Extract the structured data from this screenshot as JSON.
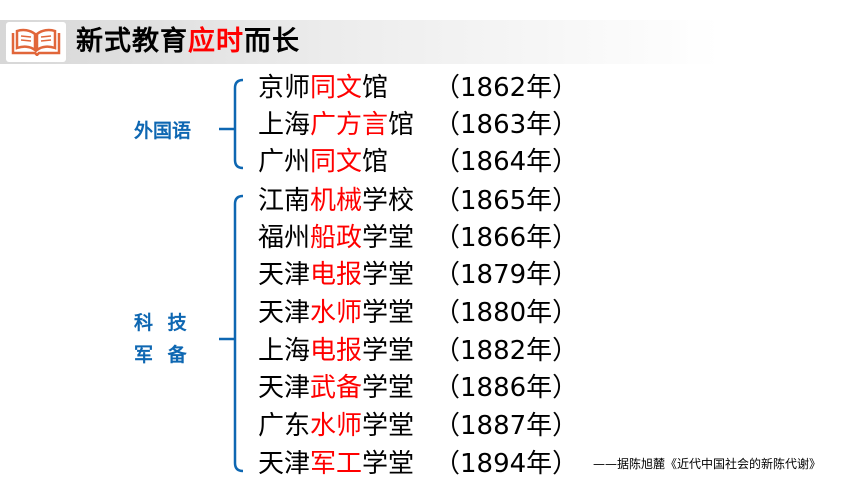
{
  "header": {
    "title_part1": "新式教育",
    "title_highlight": "应时",
    "title_part2": "而长",
    "book_icon": "open-book-icon",
    "accent": "#ff0000"
  },
  "groups": {
    "language_label": "外国语",
    "tech_label_line1": "科 技",
    "tech_label_line2": "军 备",
    "label_color": "#0e67b2"
  },
  "items": [
    {
      "pre": "京师",
      "hl": "同文",
      "post": "馆",
      "year": "（1862年）"
    },
    {
      "pre": "上海",
      "hl": "广方言",
      "post": "馆",
      "year": "（1863年）"
    },
    {
      "pre": "广州",
      "hl": "同文",
      "post": "馆",
      "year": "（1864年）"
    },
    {
      "pre": "江南",
      "hl": "机械",
      "post": "学校",
      "year": "（1865年）"
    },
    {
      "pre": "福州",
      "hl": "船政",
      "post": "学堂",
      "year": "（1866年）"
    },
    {
      "pre": "天津",
      "hl": "电报",
      "post": "学堂",
      "year": "（1879年）"
    },
    {
      "pre": "天津",
      "hl": "水师",
      "post": "学堂",
      "year": "（1880年）"
    },
    {
      "pre": "上海",
      "hl": "电报",
      "post": "学堂",
      "year": "（1882年）"
    },
    {
      "pre": "天津",
      "hl": "武备",
      "post": "学堂",
      "year": "（1886年）"
    },
    {
      "pre": "广东",
      "hl": "水师",
      "post": "学堂",
      "year": "（1887年）"
    },
    {
      "pre": "天津",
      "hl": "军工",
      "post": "学堂",
      "year": "（1894年）"
    }
  ],
  "source": "——据陈旭麓《近代中国社会的新陈代谢》"
}
